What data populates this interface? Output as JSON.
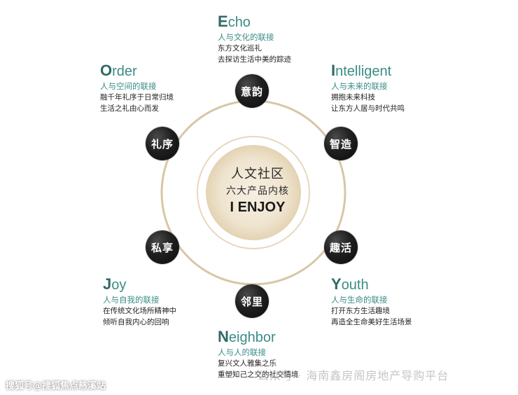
{
  "center": {
    "line1": "人文社区",
    "line2": "六大产品内核",
    "line3": "I ENJOY"
  },
  "nodes": [
    {
      "label": "意韵"
    },
    {
      "label": "智造"
    },
    {
      "label": "趣活"
    },
    {
      "label": "邻里"
    },
    {
      "label": "私享"
    },
    {
      "label": "礼序"
    }
  ],
  "blocks": {
    "echo": {
      "cap": "E",
      "rest": "cho",
      "sub": "人与文化的联接",
      "desc": [
        "东方文化巡礼",
        "去探访生活中美的踪迹"
      ]
    },
    "intelligent": {
      "cap": "I",
      "rest": "ntelligent",
      "sub": "人与未来的联接",
      "desc": [
        "拥抱未来科技",
        "让东方人居与时代共鸣"
      ]
    },
    "youth": {
      "cap": "Y",
      "rest": "outh",
      "sub": "人与生命的联接",
      "desc": [
        "打开东方生活趣境",
        "再造全生命美好生活场景"
      ]
    },
    "neighbor": {
      "cap": "N",
      "rest": "eighbor",
      "sub": "人与人的联接",
      "desc": [
        "复兴文人雅集之乐",
        "重塑知己之交的社交情境"
      ]
    },
    "joy": {
      "cap": "J",
      "rest": "oy",
      "sub": "人与自我的联接",
      "desc": [
        "在传统文化场所精神中",
        "倾听自我内心的回响"
      ]
    },
    "order": {
      "cap": "O",
      "rest": "rder",
      "sub": "人与空间的联接",
      "desc": [
        "融千年礼序于日常归境",
        "生活之礼由心而发"
      ]
    }
  },
  "watermarks": {
    "left": "搜狐号@搜狐焦点慈溪站",
    "right": "公众号 · 海南鑫房阁房地产导购平台"
  },
  "colors": {
    "accent": "#3a8c86",
    "ring": "#c9b48a",
    "node": "#1a1a1a"
  }
}
